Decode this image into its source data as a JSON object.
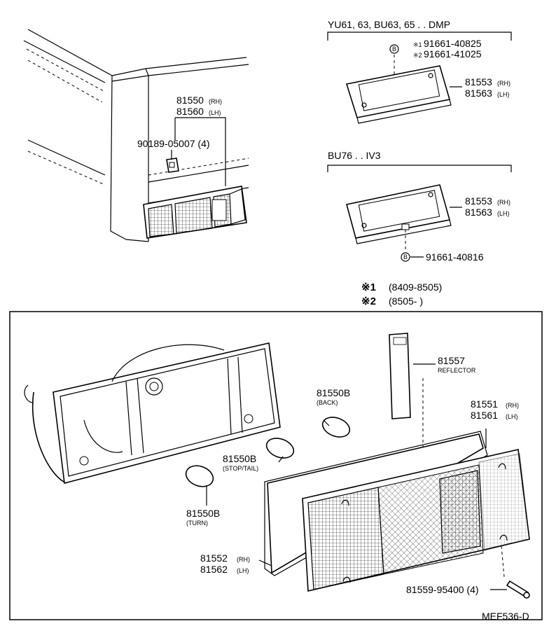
{
  "top_right_1": {
    "header": "YU61, 63, BU63, 65 . . DMP",
    "bolt_symbol": "B",
    "note1_mark": "※1",
    "note1_part": "91661-40825",
    "note2_mark": "※2",
    "note2_part": "91661-41025",
    "bracket_rh": "81553",
    "bracket_rh_sub": "(RH)",
    "bracket_lh": "81563",
    "bracket_lh_sub": "(LH)"
  },
  "top_right_2": {
    "header": "BU76 . . IV3",
    "bracket_rh": "81553",
    "bracket_rh_sub": "(RH)",
    "bracket_lh": "81563",
    "bracket_lh_sub": "(LH)",
    "bolt_symbol": "B",
    "bolt_part": "91661-40816"
  },
  "top_left": {
    "lamp_rh": "81550",
    "lamp_rh_sub": "(RH)",
    "lamp_lh": "81560",
    "lamp_lh_sub": "(LH)",
    "clip_part": "90189-05007 (4)"
  },
  "notes": {
    "n1_mark": "※1",
    "n1_text": "(8409-8505)",
    "n2_mark": "※2",
    "n2_text": "(8505-         )"
  },
  "detail": {
    "reflector_part": "81557",
    "reflector_sub": "REFLECTOR",
    "bulb_back": "81550B",
    "bulb_back_sub": "(BACK)",
    "bulb_stop": "81550B",
    "bulb_stop_sub": "(STOP/TAIL)",
    "bulb_turn": "81550B",
    "bulb_turn_sub": "(TURN)",
    "lens_rh": "81551",
    "lens_rh_sub": "(RH)",
    "lens_lh": "81561",
    "lens_lh_sub": "(LH)",
    "gasket_rh": "81552",
    "gasket_rh_sub": "(RH)",
    "gasket_lh": "81562",
    "gasket_lh_sub": "(LH)",
    "screw_part": "81559-95400 (4)"
  },
  "code": "MEF536-D"
}
